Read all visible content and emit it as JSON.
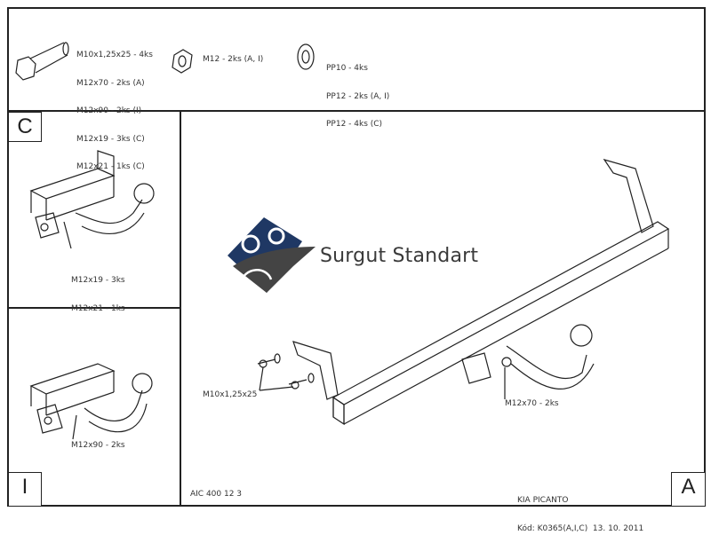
{
  "parts": {
    "bolts": [
      "M10x1,25x25 - 4ks",
      "M12x70 - 2ks (A)",
      "M12x90 - 2ks (I)",
      "M12x19 - 3ks (C)",
      "M12x21 - 1ks (C)"
    ],
    "nut": "M12 - 2ks (A, I)",
    "washers": [
      "PP10 - 4ks",
      "PP12 - 2ks (A, I)",
      "PP12 - 4ks (C)"
    ]
  },
  "views": {
    "c": {
      "label": "C",
      "callouts": [
        "M12x19 - 3ks",
        "M12x21 - 1ks"
      ]
    },
    "i": {
      "label": "I",
      "callout": "M12x90 - 2ks"
    },
    "a": {
      "label": "A",
      "callout_bolt": "M10x1,25x25",
      "callout_hitch": "M12x70 - 2ks"
    }
  },
  "logo": {
    "text": "Surgut Standart",
    "colors": {
      "blue": "#1f3864",
      "gray": "#444444"
    }
  },
  "title_block": {
    "code": "AIC 400 12 3",
    "vehicle": "KIA PICANTO",
    "kod": "Kód: K0365(A,I,C)  13. 10. 2011"
  }
}
